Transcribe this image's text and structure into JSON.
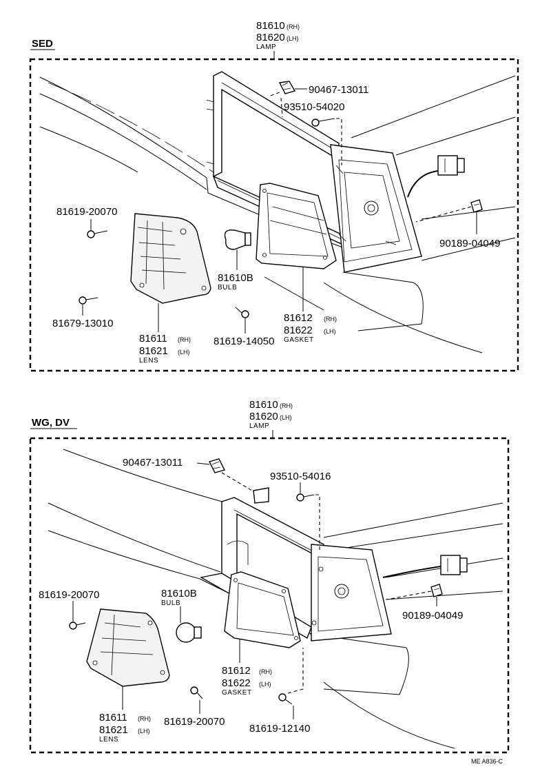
{
  "sections": {
    "sed": {
      "header": "SED",
      "lamp": {
        "pn_rh": "81610",
        "sub_rh": "(RH)",
        "pn_lh": "81620",
        "sub_lh": "(LH)",
        "caption": "LAMP"
      },
      "clip": {
        "pn": "90467-13011"
      },
      "screw_top": {
        "pn": "93510-54020"
      },
      "screw_left": {
        "pn": "81619-20070"
      },
      "screw_lower_left": {
        "pn": "81679-13010"
      },
      "bulb": {
        "pn": "81610B",
        "caption": "BULB"
      },
      "gasket": {
        "pn_rh": "81612",
        "sub_rh": "(RH)",
        "pn_lh": "81622",
        "sub_lh": "(LH)",
        "caption": "GASKET"
      },
      "lens": {
        "pn_rh": "81611",
        "sub_rh": "(RH)",
        "pn_lh": "81621",
        "sub_lh": "(LH)",
        "caption": "LENS"
      },
      "screw_bottom": {
        "pn": "81619-14050"
      },
      "nut": {
        "pn": "90189-04049"
      }
    },
    "wg": {
      "header": "WG, DV",
      "lamp": {
        "pn_rh": "81610",
        "sub_rh": "(RH)",
        "pn_lh": "81620",
        "sub_lh": "(LH)",
        "caption": "LAMP"
      },
      "clip": {
        "pn": "90467-13011"
      },
      "screw_top": {
        "pn": "93510-54016"
      },
      "screw_left": {
        "pn": "81619-20070"
      },
      "bulb": {
        "pn": "81610B",
        "caption": "BULB"
      },
      "gasket": {
        "pn_rh": "81612",
        "sub_rh": "(RH)",
        "pn_lh": "81622",
        "sub_lh": "(LH)",
        "caption": "GASKET"
      },
      "lens": {
        "pn_rh": "81611",
        "sub_rh": "(RH)",
        "pn_lh": "81621",
        "sub_lh": "(LH)",
        "caption": "LENS"
      },
      "screw_bottom": {
        "pn": "81619-20070"
      },
      "screw_right": {
        "pn": "81619-12140"
      },
      "nut": {
        "pn": "90189-04049"
      }
    }
  },
  "footer": {
    "ref": "ME A836-C"
  }
}
